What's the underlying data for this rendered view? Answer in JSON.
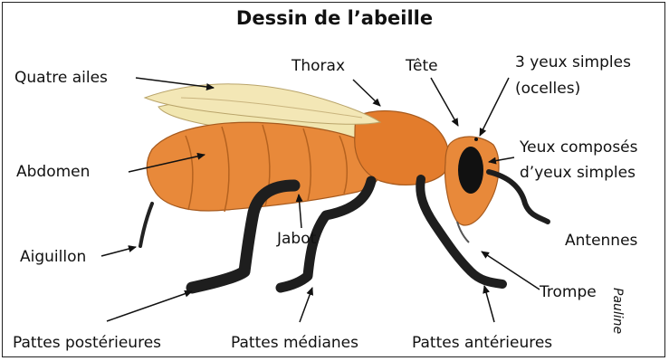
{
  "title": "Dessin de l’abeille",
  "labels": {
    "quatre_ailes": "Quatre ailes",
    "thorax": "Thorax",
    "tete": "Tête",
    "yeux_simples": "3 yeux simples",
    "ocelles": "(ocelles)",
    "abdomen": "Abdomen",
    "yeux_composes_1": "Yeux composés",
    "yeux_composes_2": "d’yeux simples",
    "jabot": "Jabot",
    "antennes": "Antennes",
    "aiguillon": "Aiguillon",
    "trompe": "Trompe",
    "pattes_posterieures": "Pattes postérieures",
    "pattes_medianes": "Pattes médianes",
    "pattes_anterieures": "Pattes antérieures"
  },
  "signature": "Pauline",
  "colors": {
    "body_orange": "#e8893a",
    "body_dark_orange": "#c8651f",
    "wing": "#f0e2a6",
    "legs": "#1e1e1e",
    "eye": "#111111"
  }
}
